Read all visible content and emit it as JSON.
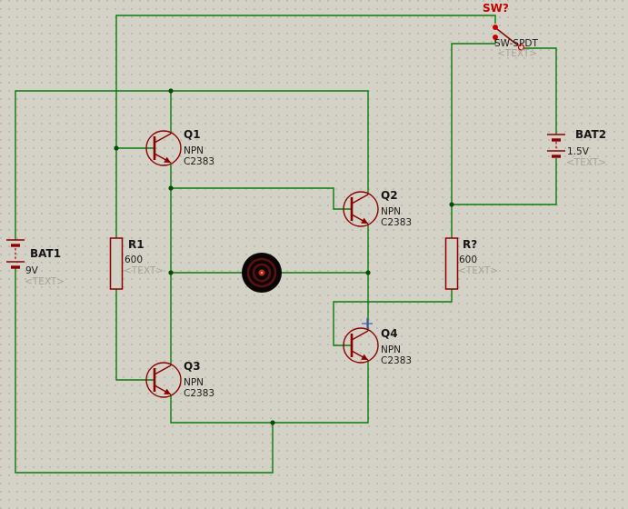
{
  "colors": {
    "background": "#d4d1c6",
    "grid_dot": "#9d9a90",
    "wire_green": "#0b7a0b",
    "component_maroon": "#8b0000",
    "contact_red": "#cc0000",
    "label_black": "#161616",
    "placeholder_grey": "#a8a399",
    "selection_blue": "#4b4bd6",
    "motor_black": "#0b0606"
  },
  "components": {
    "sw": {
      "ref": "SW?",
      "type": "SW-SPDT",
      "placeholder": "<TEXT>"
    },
    "bat2": {
      "ref": "BAT2",
      "value": "1.5V",
      "placeholder": "<TEXT>"
    },
    "bat1": {
      "ref": "BAT1",
      "value": "9V",
      "placeholder": "<TEXT>"
    },
    "q1": {
      "ref": "Q1",
      "type": "NPN",
      "value": "C2383"
    },
    "q2": {
      "ref": "Q2",
      "type": "NPN",
      "value": "C2383"
    },
    "q3": {
      "ref": "Q3",
      "type": "NPN",
      "value": "C2383"
    },
    "q4": {
      "ref": "Q4",
      "type": "NPN",
      "value": "C2383"
    },
    "r1": {
      "ref": "R1",
      "value": "600",
      "placeholder": "<TEXT>"
    },
    "r2": {
      "ref": "R?",
      "value": "600",
      "placeholder": "<TEXT>"
    }
  }
}
